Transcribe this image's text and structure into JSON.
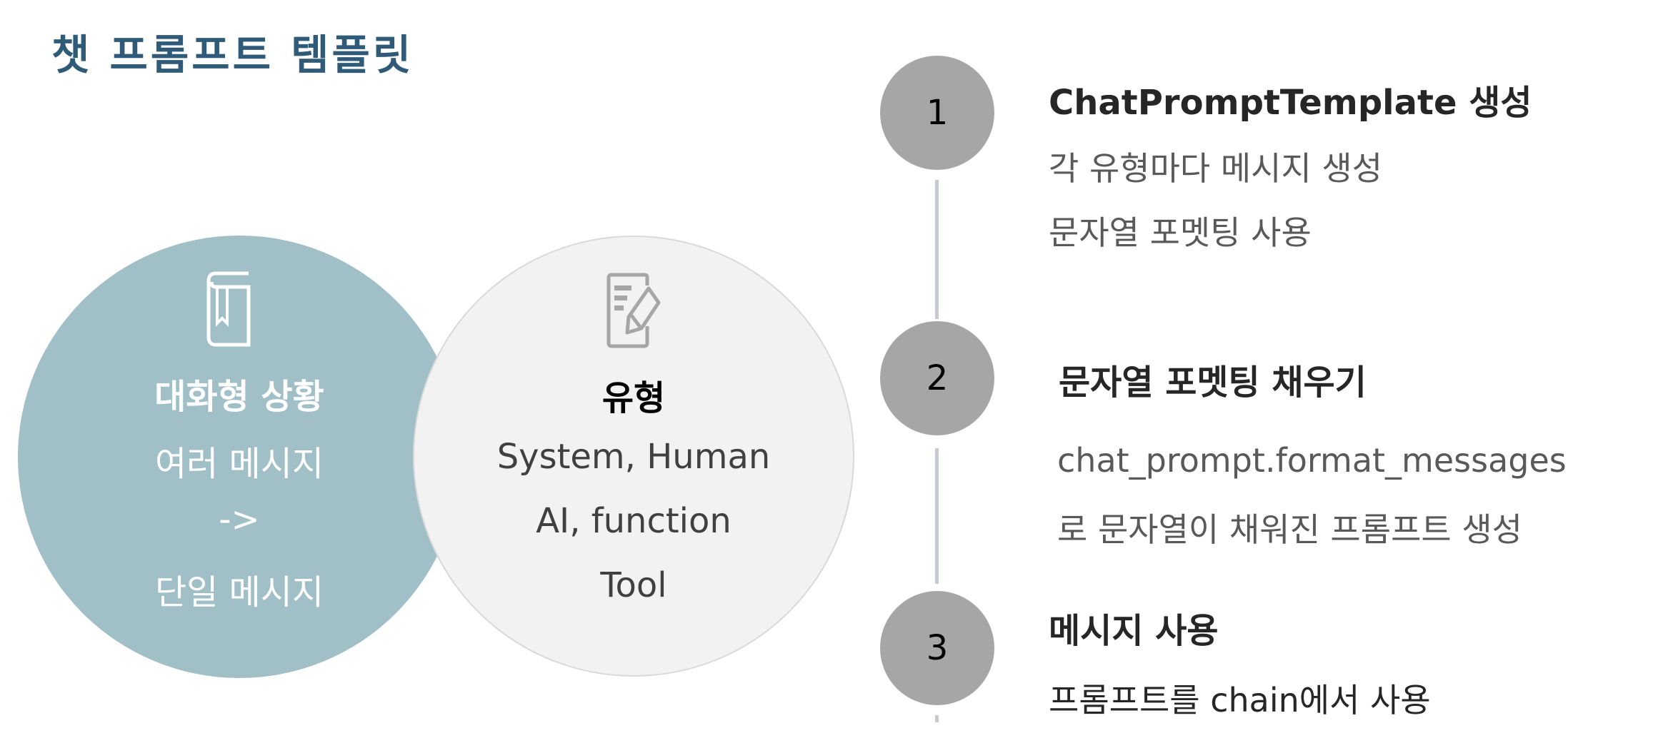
{
  "title": "챗 프롬프트 템플릿",
  "left_circle": {
    "icon": "book-icon",
    "heading": "대화형 상황",
    "lines": [
      "여러 메시지",
      "->",
      "단일 메시지"
    ],
    "color": "#a0bfc6"
  },
  "right_circle": {
    "icon": "edit-document-icon",
    "heading": "유형",
    "lines": [
      "System, Human",
      "AI, function",
      "Tool"
    ],
    "color": "#f2f2f2"
  },
  "steps": [
    {
      "number": "1",
      "title": "ChatPromptTemplate 생성",
      "lines": [
        "각 유형마다 메시지 생성",
        "문자열 포멧팅 사용"
      ]
    },
    {
      "number": "2",
      "title": "문자열 포멧팅 채우기",
      "lines": [
        "chat_prompt.format_messages",
        "로 문자열이 채워진 프롬프트 생성"
      ]
    },
    {
      "number": "3",
      "title": "메시지 사용",
      "lines": [
        "프롬프트를 chain에서 사용"
      ]
    }
  ]
}
